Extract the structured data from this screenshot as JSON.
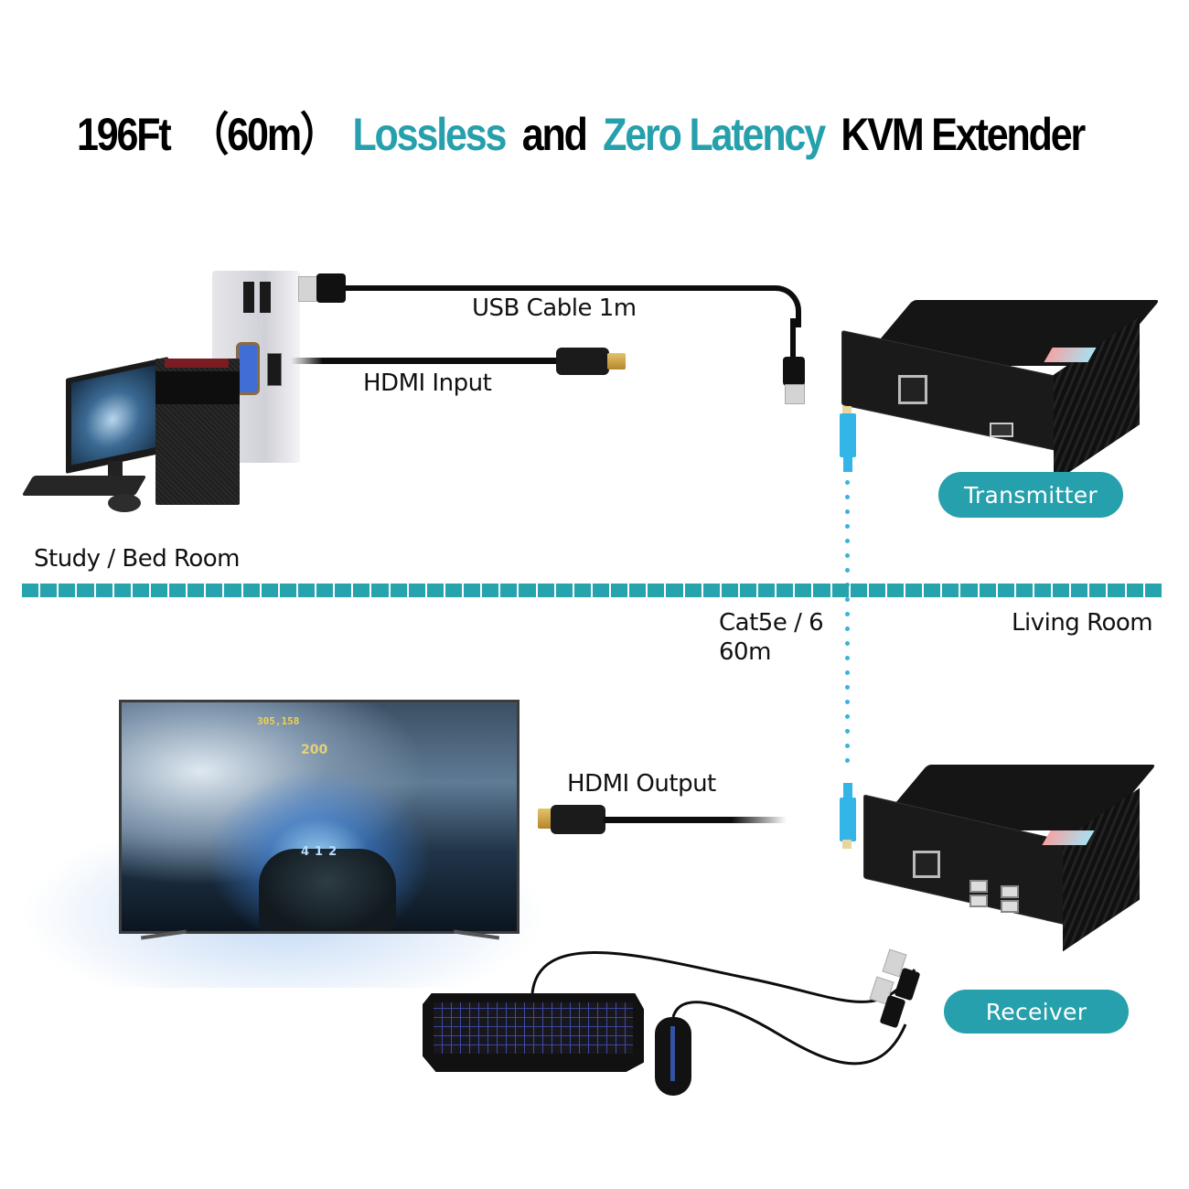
{
  "title": {
    "parts": [
      {
        "text": "196Ft",
        "style": "dark"
      },
      {
        "text": "（60m）",
        "style": "dark"
      },
      {
        "text": "Lossless",
        "style": "accent"
      },
      {
        "text": "and",
        "style": "dark"
      },
      {
        "text": "Zero Latency",
        "style": "accent"
      },
      {
        "text": "KVM Extender",
        "style": "dark"
      }
    ]
  },
  "colors": {
    "accent": "#26a0ac",
    "cat_cable": "#36b3df",
    "divider": "#26a3ad",
    "text": "#111111"
  },
  "labels": {
    "usb_cable": "USB Cable 1m",
    "hdmi_input": "HDMI Input",
    "hdmi_output": "HDMI Output",
    "cat_cable_type": "Cat5e / 6",
    "cat_cable_length": "60m"
  },
  "rooms": {
    "top": "Study / Bed Room",
    "bottom": "Living Room"
  },
  "badges": {
    "transmitter": "Transmitter",
    "receiver": "Receiver"
  },
  "game_screen": {
    "score": "305,158",
    "counter": "200",
    "car_number": "412"
  }
}
